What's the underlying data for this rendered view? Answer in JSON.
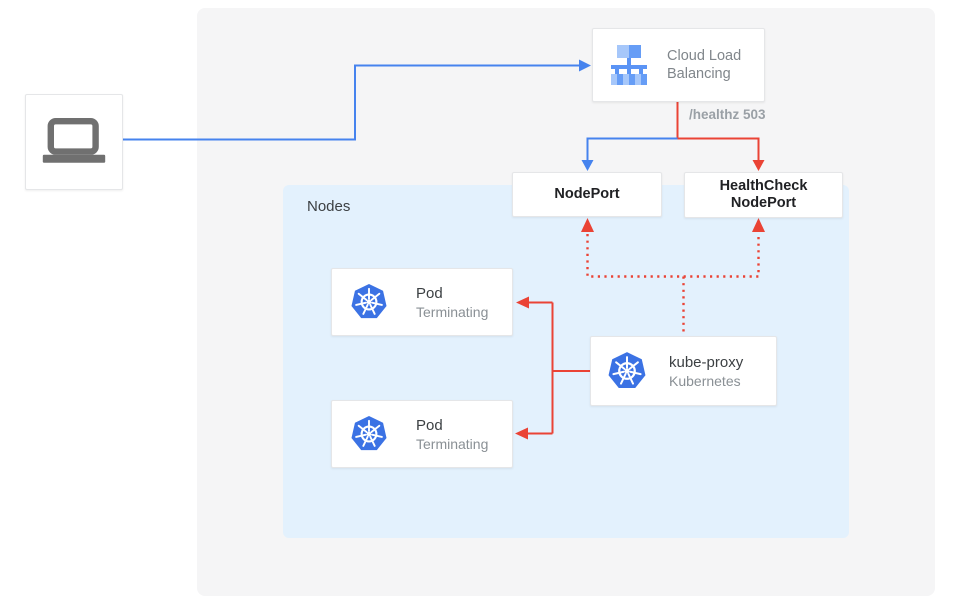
{
  "diagram": {
    "nodes_panel": {
      "label": "Nodes"
    },
    "client": {
      "icon": "laptop-icon"
    },
    "cloud_load_balancing": {
      "label": "Cloud Load Balancing",
      "icon": "cloud-load-balancing-icon"
    },
    "healthz_badge": "/healthz 503",
    "nodeport": {
      "label": "NodePort"
    },
    "healthcheck_nodeport": {
      "label": "HealthCheck NodePort"
    },
    "pods": [
      {
        "title": "Pod",
        "subtitle": "Terminating",
        "icon": "kubernetes-icon"
      },
      {
        "title": "Pod",
        "subtitle": "Terminating",
        "icon": "kubernetes-icon"
      }
    ],
    "kube_proxy": {
      "title": "kube-proxy",
      "subtitle": "Kubernetes",
      "icon": "kubernetes-icon"
    },
    "colors": {
      "arrow_blue": "#4683ee",
      "arrow_red": "#ea4335",
      "kubernetes_blue": "#3b72e4",
      "panel_bg": "#e3f1fd",
      "outer_bg": "#f5f5f6",
      "gray_text": "#80868b",
      "dark_text": "#202124"
    },
    "edges": [
      {
        "from": "client",
        "to": "cloud-load-balancing",
        "style": "solid",
        "color": "blue"
      },
      {
        "from": "cloud-load-balancing",
        "to": "nodeport",
        "style": "solid",
        "color": "blue"
      },
      {
        "from": "cloud-load-balancing",
        "to": "healthcheck-nodeport",
        "style": "solid",
        "color": "red",
        "label": "/healthz 503"
      },
      {
        "from": "kube-proxy",
        "to": "nodeport",
        "style": "dotted",
        "color": "red"
      },
      {
        "from": "kube-proxy",
        "to": "healthcheck-nodeport",
        "style": "dotted",
        "color": "red"
      },
      {
        "from": "kube-proxy",
        "to": "pod-terminating-1",
        "style": "solid",
        "color": "red"
      },
      {
        "from": "kube-proxy",
        "to": "pod-terminating-2",
        "style": "solid",
        "color": "red"
      }
    ]
  }
}
